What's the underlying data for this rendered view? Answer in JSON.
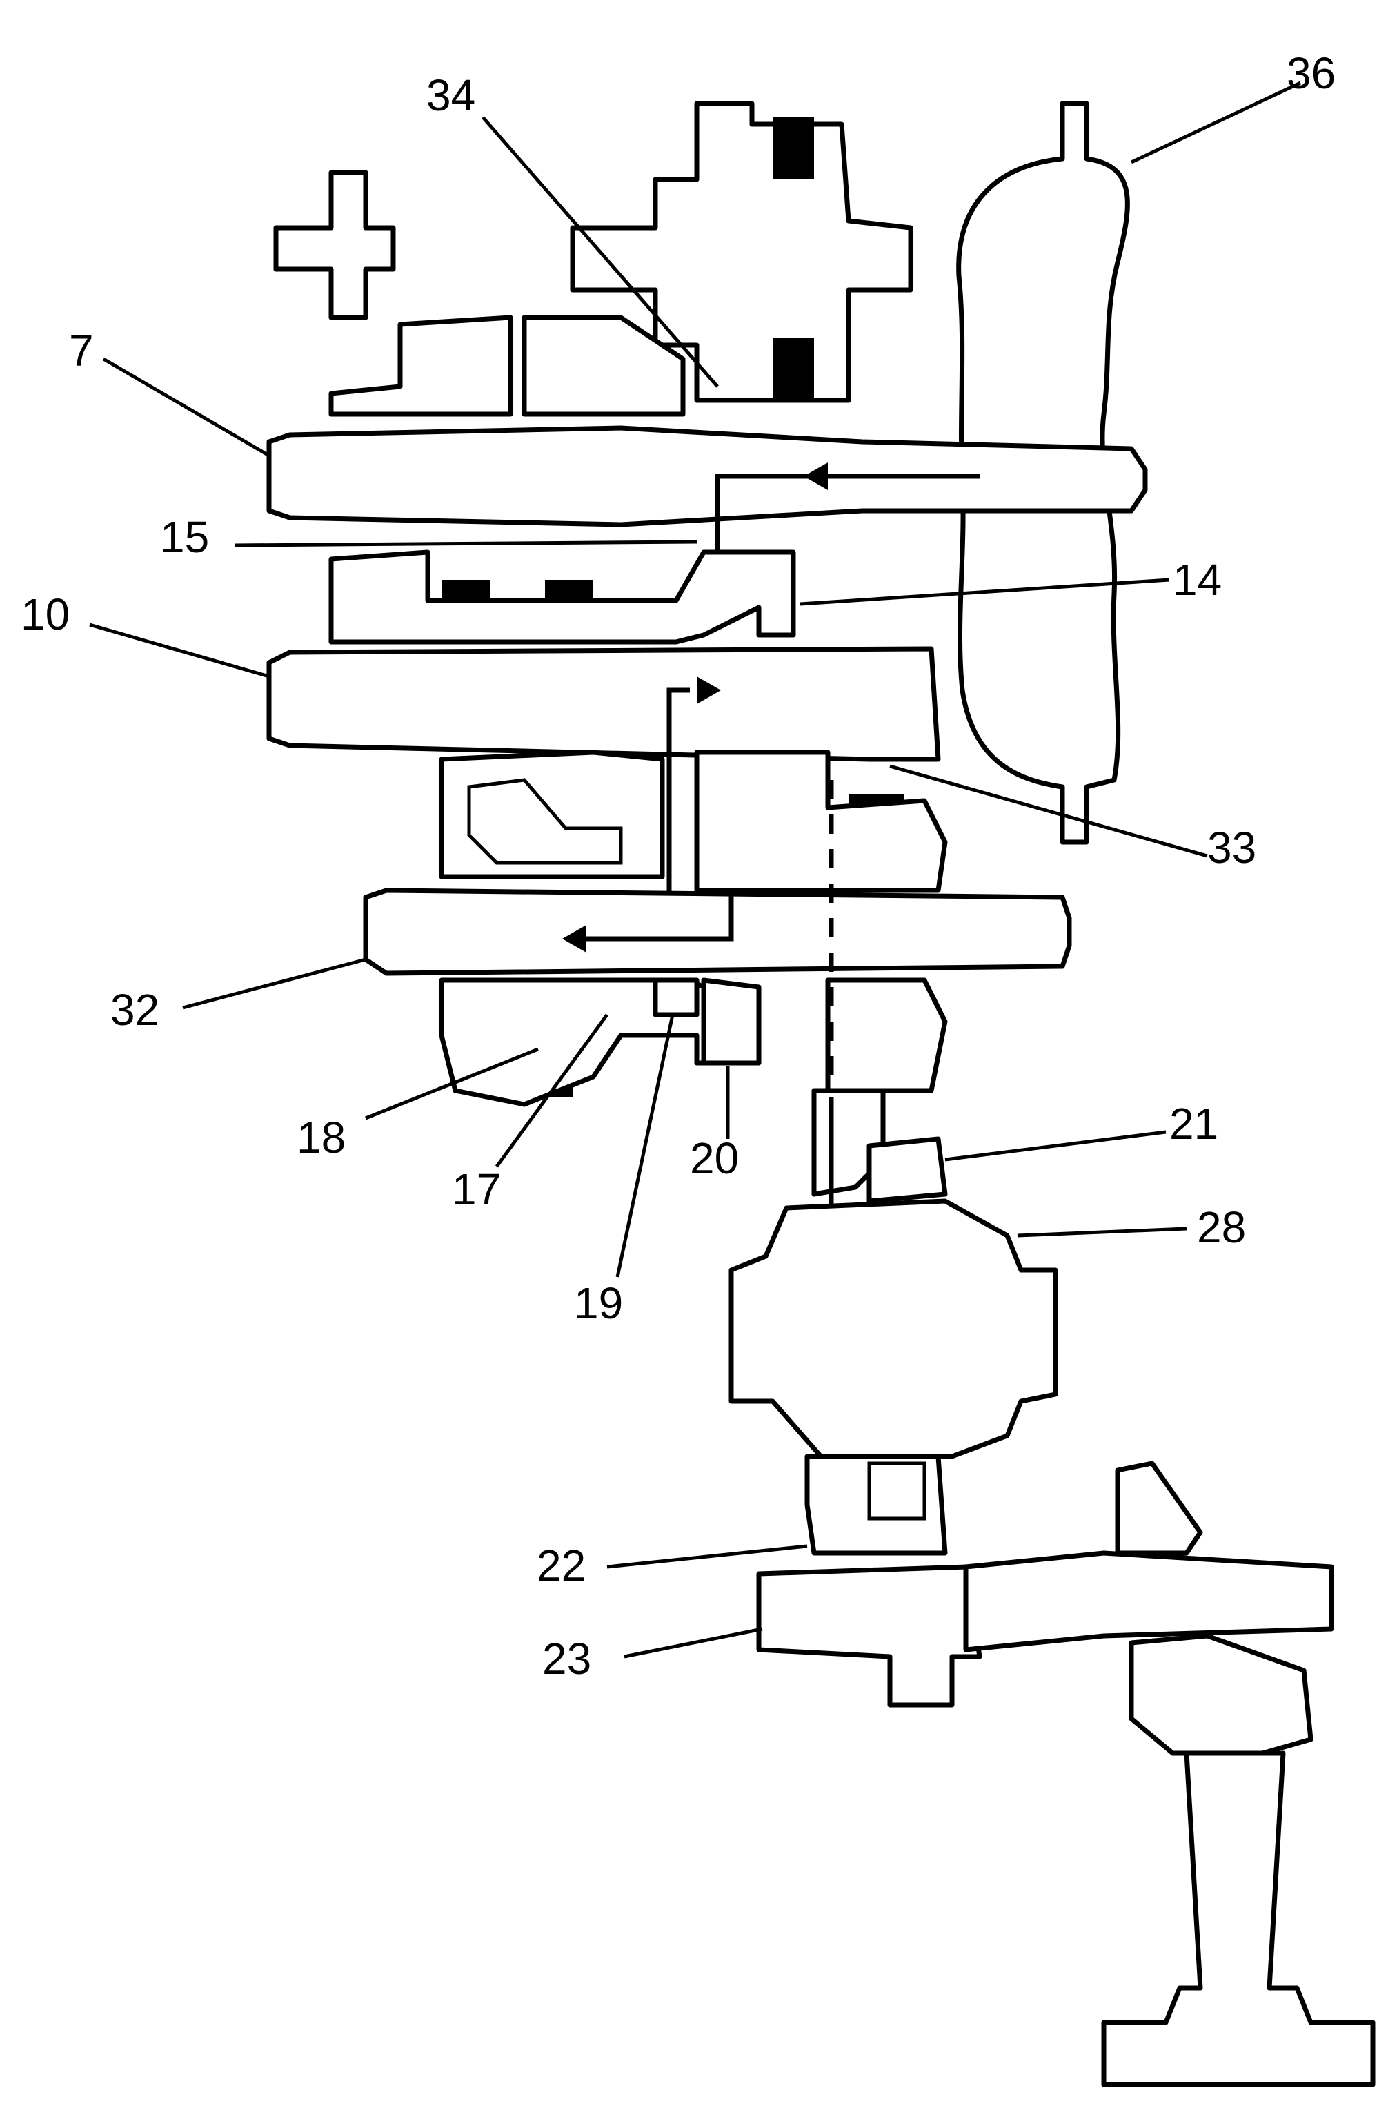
{
  "callouts": [
    {
      "id": "c7",
      "label": "7"
    },
    {
      "id": "c10",
      "label": "10"
    },
    {
      "id": "c14",
      "label": "14"
    },
    {
      "id": "c15",
      "label": "15"
    },
    {
      "id": "c17",
      "label": "17"
    },
    {
      "id": "c18",
      "label": "18"
    },
    {
      "id": "c19",
      "label": "19"
    },
    {
      "id": "c20",
      "label": "20"
    },
    {
      "id": "c21",
      "label": "21"
    },
    {
      "id": "c22",
      "label": "22"
    },
    {
      "id": "c23",
      "label": "23"
    },
    {
      "id": "c28",
      "label": "28"
    },
    {
      "id": "c32",
      "label": "32"
    },
    {
      "id": "c33",
      "label": "33"
    },
    {
      "id": "c34",
      "label": "34"
    },
    {
      "id": "c36",
      "label": "36"
    }
  ]
}
